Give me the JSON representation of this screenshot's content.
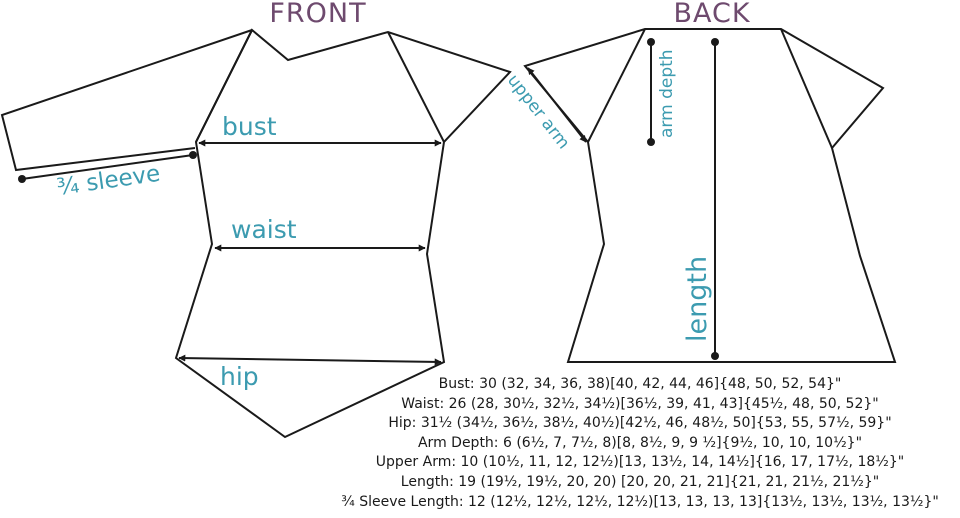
{
  "headings": {
    "front": "FRONT",
    "back": "BACK"
  },
  "measure_labels": {
    "bust": "bust",
    "waist": "waist",
    "hip": "hip",
    "sleeve": "¾ sleeve",
    "upper_arm": "upper arm",
    "arm_depth": "arm depth",
    "length": "length"
  },
  "colors": {
    "heading": "#6e4a6e",
    "measure_label": "#3c9bb0",
    "outline": "#1a1a1a"
  },
  "sizes": [
    "Bust: 30 (32, 34, 36, 38)[40, 42, 44, 46]{48, 50, 52, 54}\"",
    "Waist: 26 (28, 30½, 32½, 34½)[36½, 39, 41, 43]{45½, 48, 50, 52}\"",
    "Hip: 31½ (34½, 36½, 38½, 40½)[42½, 46, 48½, 50]{53, 55, 57½, 59}\"",
    "Arm Depth: 6 (6½, 7, 7½, 8)[8, 8½, 9, 9 ½]{9½, 10, 10, 10½}\"",
    "Upper Arm: 10 (10½, 11, 12, 12½)[13, 13½, 14, 14½]{16, 17, 17½, 18½}\"",
    "Length:  19 (19½, 19½, 20, 20) [20, 20, 21, 21]{21, 21, 21½, 21½}\"",
    "¾ Sleeve Length: 12 (12½, 12½, 12½, 12½)[13, 13, 13, 13]{13½, 13½, 13½, 13½}\""
  ]
}
